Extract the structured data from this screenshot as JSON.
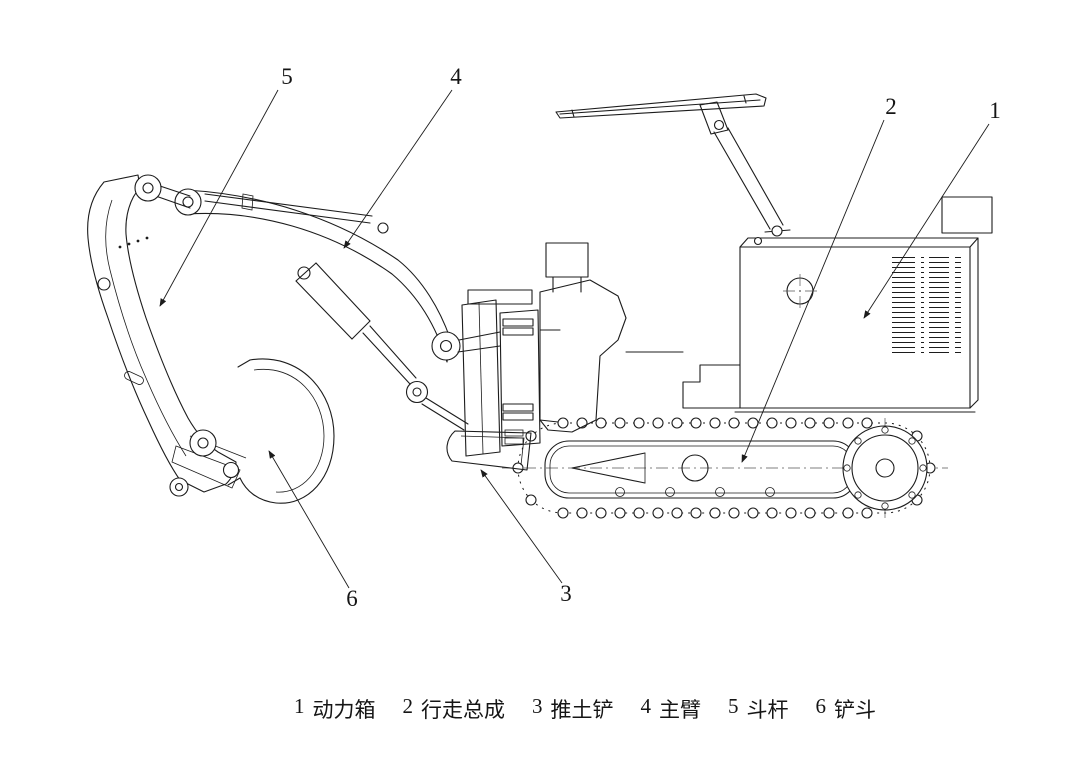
{
  "diagram": {
    "callouts": {
      "c1": "1",
      "c2": "2",
      "c3": "3",
      "c4": "4",
      "c5": "5",
      "c6": "6"
    },
    "legend": [
      {
        "number": "1",
        "label": "动力箱"
      },
      {
        "number": "2",
        "label": "行走总成"
      },
      {
        "number": "3",
        "label": "推土铲"
      },
      {
        "number": "4",
        "label": "主臂"
      },
      {
        "number": "5",
        "label": "斗杆"
      },
      {
        "number": "6",
        "label": "铲斗"
      }
    ]
  },
  "colors": {
    "line": "#1c1c1c",
    "background": "#ffffff"
  }
}
